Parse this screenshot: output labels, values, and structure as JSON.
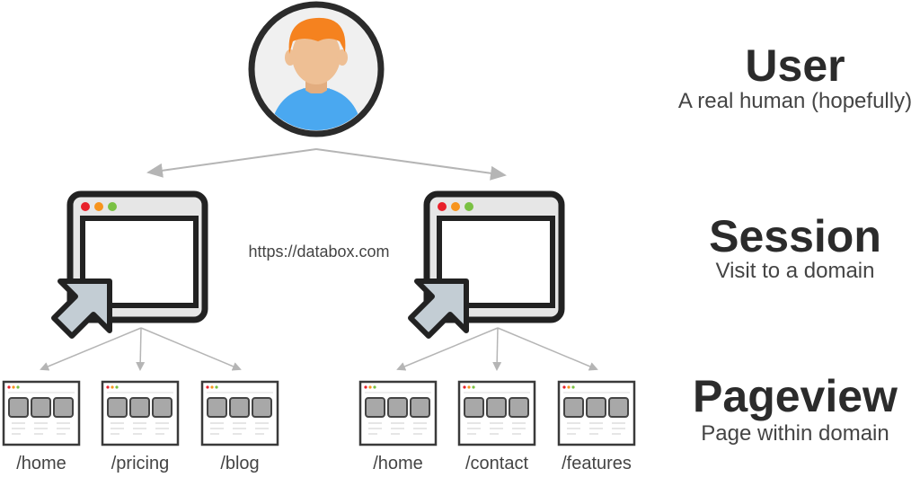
{
  "levels": {
    "user": {
      "title": "User",
      "subtitle": "A real human (hopefully)"
    },
    "session": {
      "title": "Session",
      "subtitle": "Visit to a domain"
    },
    "pageview": {
      "title": "Pageview",
      "subtitle": "Page within domain"
    }
  },
  "domain_label": "https://databox.com",
  "sessions": [
    {
      "pages": [
        "/home",
        "/pricing",
        "/blog"
      ]
    },
    {
      "pages": [
        "/home",
        "/contact",
        "/features"
      ]
    }
  ],
  "colors": {
    "hair": "#f5821f",
    "skin": "#eebf94",
    "shirt": "#4aa8f0",
    "dot_red": "#e8202a",
    "dot_orange": "#f7941d",
    "dot_green": "#7ac143",
    "cursor": "#c3cdd4",
    "outline": "#222222",
    "arrow": "#b5b5b5"
  }
}
